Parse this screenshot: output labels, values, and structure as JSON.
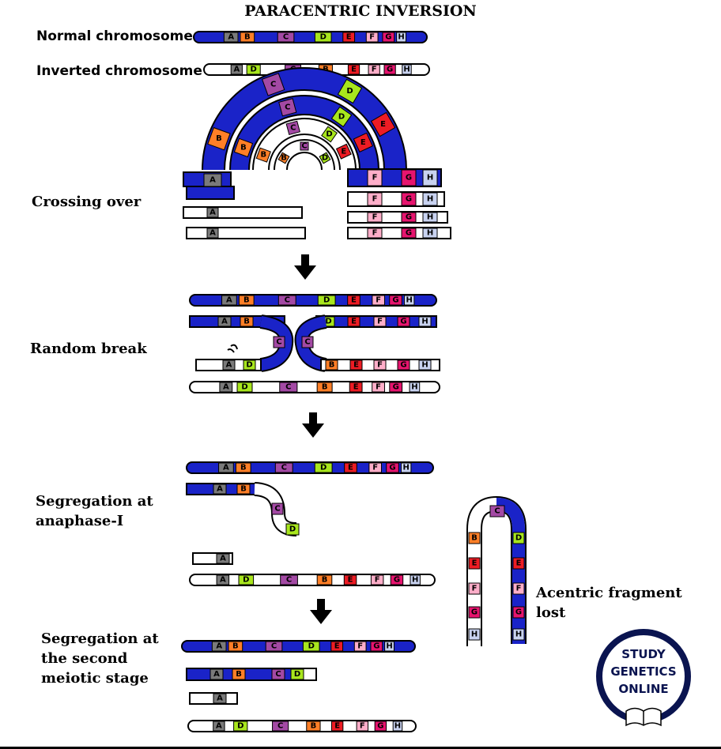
{
  "title": "PARACENTRIC INVERSION",
  "labels": {
    "normal": "Normal chromosome",
    "inverted": "Inverted chromosome",
    "crossing": "Crossing over",
    "random_break": "Random break",
    "seg1_line1": "Segregation at",
    "seg1_line2": "anaphase-I",
    "seg2_line1": "Segregation at",
    "seg2_line2": "the second",
    "seg2_line3": "meiotic stage",
    "acentric_line1": "Acentric fragment",
    "acentric_line2": "lost"
  },
  "logo": {
    "line1": "STUDY",
    "line2": "GENETICS",
    "line3": "ONLINE"
  },
  "gene_letters": [
    "A",
    "B",
    "C",
    "D",
    "E",
    "F",
    "G",
    "H"
  ],
  "colors": {
    "chromosome_blue": "#1a23c8",
    "A": "#7a7a7a",
    "B": "#ff7f27",
    "C": "#a349a4",
    "D": "#a8e61d",
    "E": "#ed1c24",
    "F": "#ffaec9",
    "G": "#e6146e",
    "H": "#c8d2f0",
    "logo_ring": "#0a1450"
  }
}
